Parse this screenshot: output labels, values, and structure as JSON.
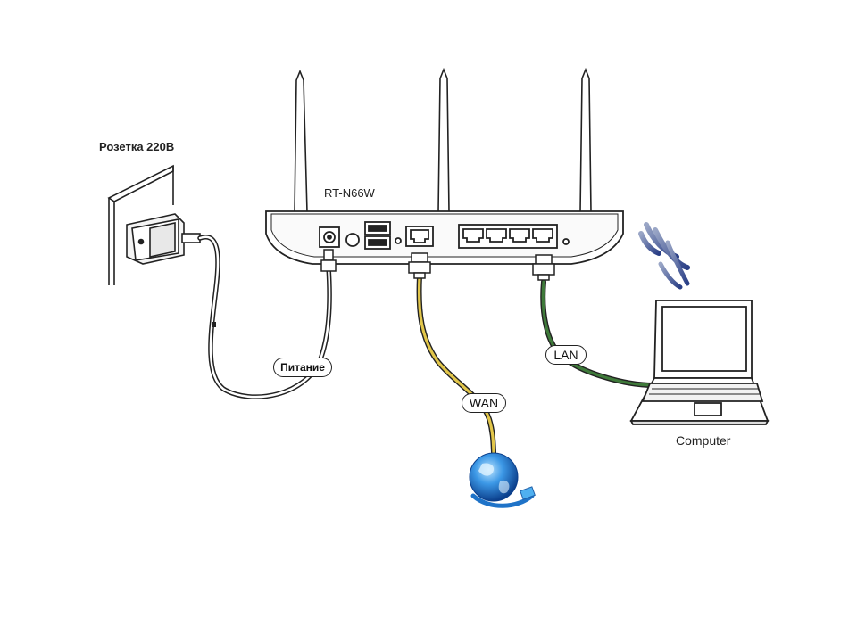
{
  "labels": {
    "socket": "Розетка 220В",
    "router_model": "RT-N66W",
    "power": "Питание",
    "wan": "WAN",
    "lan": "LAN",
    "computer": "Computer"
  },
  "colors": {
    "wan_cable": "#e2c64a",
    "lan_cable": "#3f7a3a",
    "globe_blue": "#1f73c8",
    "outline": "#222222"
  },
  "icons": [
    "wall-socket-icon",
    "power-adapter-icon",
    "router-icon",
    "antenna-icon",
    "wifi-signal-icon",
    "laptop-icon",
    "globe-icon",
    "ethernet-connector-icon"
  ]
}
